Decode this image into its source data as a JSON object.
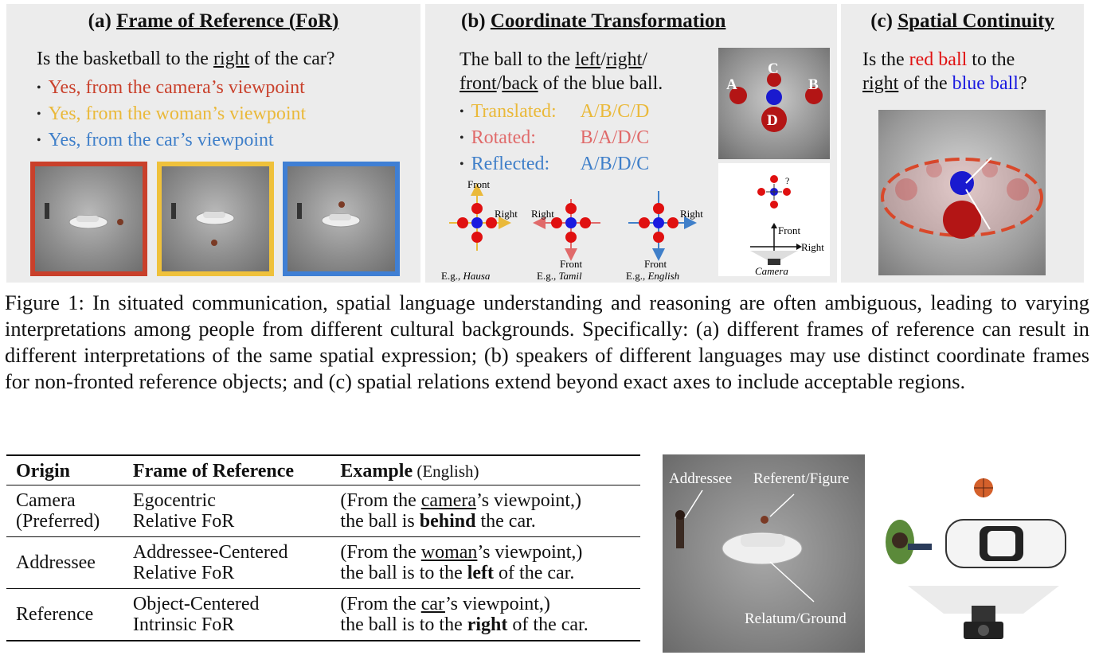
{
  "panel_a": {
    "title_prefix": "(a) ",
    "title": "Frame of Reference (FoR)",
    "question_pre": "Is the basketball to the ",
    "question_word": "right",
    "question_post": " of the car?",
    "options": [
      {
        "text": "Yes, from the camera’s viewpoint",
        "color": "#c9402b"
      },
      {
        "text": "Yes, from the woman’s viewpoint",
        "color": "#eab93a"
      },
      {
        "text": "Yes, from the car’s viewpoint",
        "color": "#3f7fc9"
      }
    ],
    "frame_colors": [
      "#c9402b",
      "#efc13b",
      "#3f7fd4"
    ]
  },
  "panel_b": {
    "title_prefix": "(b) ",
    "title": "Coordinate Transformation",
    "stmt_1": "The ball to the ",
    "w_left": "left",
    "w_right": "right",
    "w_front": "front",
    "w_back": "back",
    "stmt_2": " of the blue ball.",
    "slash": "/",
    "rows": [
      {
        "label": "Translated:",
        "value": "A/B/C/D",
        "color": "#eab93a"
      },
      {
        "label": "Rotated:",
        "value": "B/A/D/C",
        "color": "#e06a6a"
      },
      {
        "label": "Reflected:",
        "value": "A/B/D/C",
        "color": "#3f7fc9"
      }
    ],
    "diagram_labels": {
      "front": "Front",
      "right": "Right",
      "eg": "E.g., "
    },
    "languages": [
      "Hausa",
      "Tamil",
      "English"
    ],
    "scene_letters": [
      "A",
      "B",
      "C",
      "D"
    ],
    "question_mark": "?",
    "camera_label": "Camera"
  },
  "panel_c": {
    "title_prefix": "(c) ",
    "title": "Spatial Continuity",
    "q_1": "Is the ",
    "red_ball": "red ball",
    "q_2": " to the",
    "q_right": "right",
    "q_3": " of the ",
    "blue_ball": "blue ball",
    "q_4": "?"
  },
  "caption": "Figure 1: In situated communication, spatial language understanding and reasoning are often ambiguous, leading to varying interpretations among people from different cultural backgrounds. Specifically: (a) different frames of reference can result in different interpretations of the same spatial expression; (b) speakers of different languages may use distinct coordinate frames for non-fronted reference objects; and (c) spatial relations extend beyond exact axes to include acceptable regions.",
  "table": {
    "headers": {
      "origin": "Origin",
      "for": "Frame of Reference",
      "example": "Example",
      "example_note": " (English)"
    },
    "rows": [
      {
        "origin_1": "Camera",
        "origin_2": "(Preferred)",
        "for_1": "Egocentric",
        "for_2": "Relative FoR",
        "ex_a": "(From the ",
        "ex_u": "camera",
        "ex_b": "’s viewpoint,)",
        "ex_c": "the ball is ",
        "ex_bold": "behind",
        "ex_d": " the car."
      },
      {
        "origin_1": "Addressee",
        "origin_2": "",
        "for_1": "Addressee-Centered",
        "for_2": "Relative FoR",
        "ex_a": "(From the ",
        "ex_u": "woman",
        "ex_b": "’s viewpoint,)",
        "ex_c": "the ball is to the ",
        "ex_bold": "left",
        "ex_d": " of the car."
      },
      {
        "origin_1": "Reference",
        "origin_2": "",
        "for_1": "Object-Centered",
        "for_2": "Intrinsic FoR",
        "ex_a": "(From the ",
        "ex_u": "car",
        "ex_b": "’s viewpoint,)",
        "ex_c": "the ball is to the ",
        "ex_bold": "right",
        "ex_d": " of the car."
      }
    ]
  },
  "bottom_scene": {
    "addressee": "Addressee",
    "referent": "Referent/Figure",
    "relatum": "Relatum/Ground"
  }
}
